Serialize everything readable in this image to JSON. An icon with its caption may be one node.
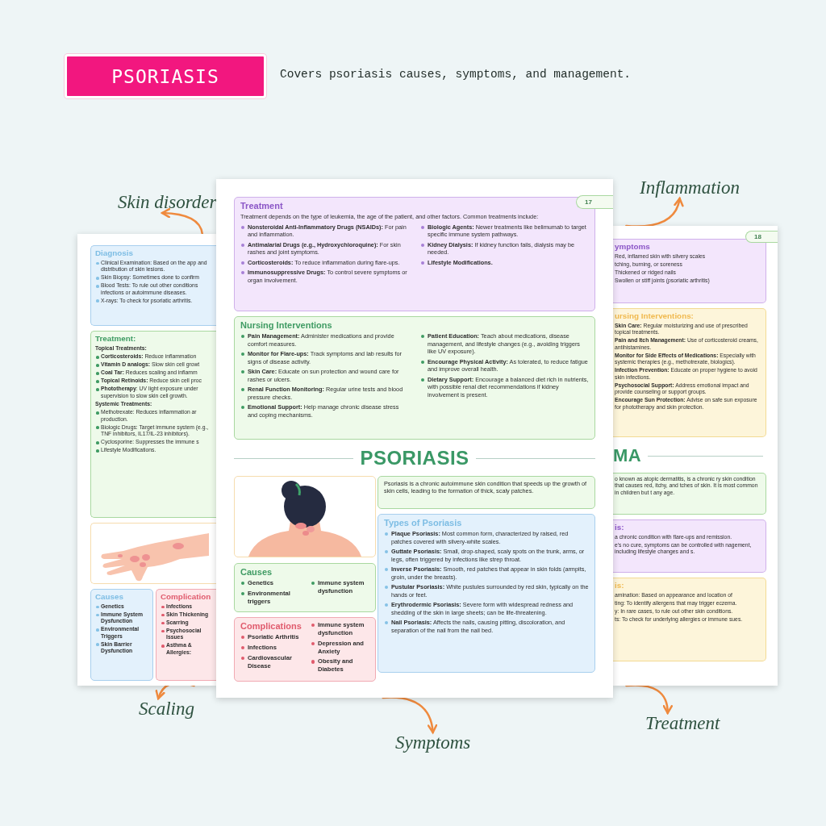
{
  "diagram": {
    "nodes": [
      {
        "text": [
          "PSORIASIS"
        ],
        "beside": [
          "Covers psoriasis causes, symptoms, and management."
        ]
      },
      {
        "text": [
          "Skin disorder"
        ]
      },
      {
        "text": [
          "Inflammation"
        ]
      },
      {
        "text": [],
        "shape": "box"
      },
      {
        "text": [
          "Diagnosis",
          "Clinical Examination: Based on the app and distribution of skin lesions.",
          "Skin Biopsy: Sometimes done to confirm",
          "Blood Tests: To rule out other conditions infections or autoimmune diseases.",
          "X-rays: To check for psoriatic arthritis."
        ],
        "in": 3
      },
      {
        "text": [
          "Treatment:",
          "Topical Treatments:",
          "**Corticosteroids:** Reduce inflammation",
          "**Vitamin D analogs:** Slow skin cell growt",
          "**Coal Tar:** Reduces scaling and inflamm",
          "**Topical Retinoids:** Reduce skin cell proc",
          "**Phototherapy**: UV light exposure under supervision to slow skin cell growth.",
          "Systemic Treatments:",
          "Methotrexate: Reduces inflammation ar production.",
          "Biologic Drugs: Target immune system (e.g., TNF inhibitors, IL17/IL-23 inhibitors).",
          "Cyclosporine: Suppresses the immune s",
          "Lifestyle Modifications."
        ],
        "in": 3
      },
      {
        "text": [],
        "shape": "picture",
        "in": 3
      },
      {
        "text": [
          "Causes",
          "Genetics",
          "Immune System Dysfunction",
          "Environmental Triggers",
          "Skin Barrier Dysfunction"
        ],
        "in": 3
      },
      {
        "text": [
          "Complication",
          "Infections",
          "Skin Thickening",
          "Scarring",
          "Psychosocial Issues",
          "Asthma & Allergies:"
        ],
        "in": 3
      },
      {
        "text": [
          "PSORIASIS"
        ]
      },
      {
        "text": [
          "Treatment",
          "Treatment depends on the type of leukemia, the age of the patient, and other factors. Common treatments include:",
          "**Nonsteroidal Anti-Inflammatory Drugs (NSAIDs):** For pain and inflammation.",
          "**Antimalarial Drugs (e.g., Hydroxychloroquine):** For skin rashes and joint symptoms.",
          "**Corticosteroids:** To reduce inflammation during flare-ups.",
          "**Immunosuppressive Drugs:** To control severe symptoms or organ involvement.",
          "**Biologic Agents:** Newer treatments like belimumab to target specific immune system pathways.",
          "**Kidney Dialysis:** If kidney function fails, dialysis may be needed.",
          "**Lifestyle Modifications.**"
        ],
        "in": 9
      },
      {
        "text": [
          "Nursing Interventions",
          "**Pain Management:** Administer medications and provide comfort measures.",
          "**Monitor for Flare-ups:** Track symptoms and lab results for signs of disease activity.",
          "**Skin Care:** Educate on sun protection and wound care for rashes or ulcers.",
          "**Renal Function Monitoring:** Regular urine tests and blood pressure checks.",
          "**Emotional Support:** Help manage chronic disease stress and coping mechanisms.",
          "**Patient Education:** Teach about medications, disease management, and lifestyle changes (e.g., avoiding triggers like UV exposure).",
          "**Encourage Physical Activity:** As tolerated, to reduce fatigue and improve overall health.",
          "**Dietary Support:** Encourage a balanced diet rich in nutrients, with possible renal diet recommendations if kidney involvement is present."
        ],
        "in": 9
      },
      {
        "text": [],
        "shape": "picture",
        "in": 9
      },
      {
        "text": [
          "Psoriasis is a chronic autoimmune skin condition that speeds up the growth of skin cells, leading to the formation of thick, scaly patches."
        ],
        "in": 9
      },
      {
        "text": [
          "Causes",
          "Genetics",
          "Environmental triggers",
          "Immune system dysfunction"
        ],
        "in": 9
      },
      {
        "text": [
          "Complications",
          "Psoriatic Arthritis",
          "Infections",
          "Cardiovascular Disease",
          "Immune system dysfunction",
          "Depression and Anxiety",
          "Obesity and Diabetes"
        ],
        "in": 9
      },
      {
        "text": [
          "Types of Psoriasis",
          "**Plaque Psoriasis:** Most common form, characterized by raised, red patches covered with silvery-white scales.",
          "**Guttate Psoriasis:** Small, drop-shaped, scaly spots on the trunk, arms, or legs, often triggered by infections like strep throat.",
          "**Inverse Psoriasis:** Smooth, red patches that appear in skin folds (armpits, groin, under the breasts).",
          "**Pustular Psoriasis:** White pustules surrounded by red skin, typically on the hands or feet.",
          "**Erythrodermic Psoriasis:** Severe form with widespread redness and shedding of the skin in large sheets; can be life-threatening.",
          "**Nail Psoriasis:** Affects the nails, causing pitting, discoloration, and separation of the nail from the nail bed."
        ],
        "in": 9
      },
      {
        "text": [
          "17"
        ],
        "in": 9
      },
      {
        "text": [
          "MA"
        ]
      },
      {
        "text": [
          "18"
        ],
        "in": 18
      },
      {
        "text": [
          "ymptoms",
          "Red, inflamed skin with silvery scales",
          "tching, burning, or soreness",
          "Thickened or ridged nails",
          "Swollen or stiff joints (psoriatic arthritis)"
        ],
        "in": 18
      },
      {
        "text": [
          "ursing Interventions:",
          "**Skin Care:** Regular moisturizing and use of prescribed topical treatments.",
          "**Pain and Itch Management:** Use of corticosteroid creams, antihistamines.",
          "**Monitor for Side Effects of Medications:** Especially with systemic therapies (e.g., methotrexate, biologics).",
          "**Infection Prevention:** Educate on proper hygiene to avoid skin infections.",
          "**Psychosocial Support:** Address emotional impact and provide counseling or support groups.",
          "**Encourage Sun Protection:** Advise on safe sun exposure for phototherapy and skin protection."
        ],
        "in": 18
      },
      {
        "text": [
          "o known as atopic dermatitis, is a chronic ry skin condition that causes red, itchy, and tches of skin. It is most common in children but t any age."
        ],
        "in": 18
      },
      {
        "text": [
          "is:",
          "a chronic condition with flare-ups and remission.",
          "e's no cure, symptoms can be controlled with nagement, including lifestyle changes and s."
        ],
        "in": 18
      },
      {
        "text": [
          "is:",
          "amination: Based on appearance and location of",
          "ting: To identify allergens that may trigger eczema.",
          "y: In rare cases, to rule out other skin conditions.",
          "ts: To check for underlying allergies or immune sues."
        ],
        "in": 18
      },
      {
        "text": [
          "Scaling"
        ]
      },
      {
        "text": [
          "Symptoms"
        ]
      },
      {
        "text": [
          "Treatment"
        ]
      }
    ],
    "edges": [
      {
        "from": 3,
        "to": 1,
        "arrow": "to"
      },
      {
        "from": 18,
        "to": 2,
        "arrow": "to"
      },
      {
        "from": 3,
        "to": 25,
        "arrow": "to"
      },
      {
        "from": 9,
        "to": 26,
        "arrow": "to"
      },
      {
        "from": 18,
        "to": 27,
        "arrow": "to"
      }
    ]
  }
}
